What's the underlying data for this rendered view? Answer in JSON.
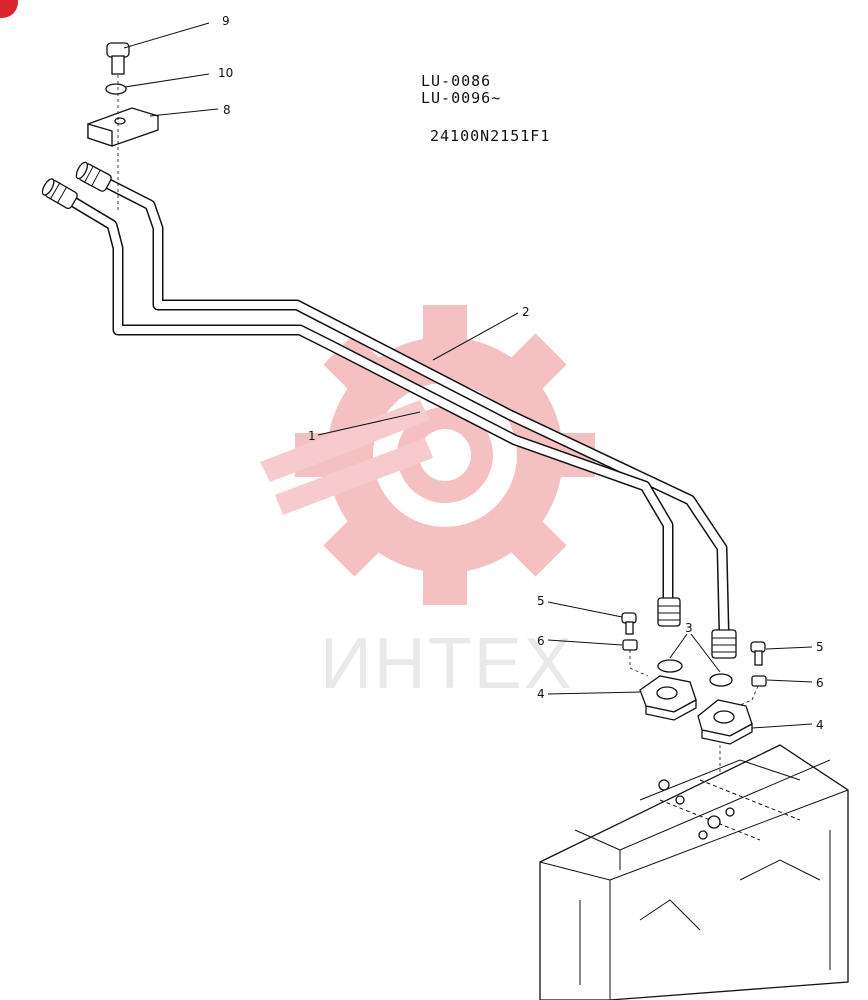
{
  "header": {
    "line1": "LU-0086",
    "line2": "LU-0096~",
    "part_no": "24100N2151F1"
  },
  "watermark": {
    "text": "ИНТЕХ",
    "color": "#f2b3b6"
  },
  "callouts": {
    "c1": "1",
    "c2": "2",
    "c3": "3",
    "c4a": "4",
    "c4b": "4",
    "c5a": "5",
    "c5b": "5",
    "c6a": "6",
    "c6b": "6",
    "c8": "8",
    "c9": "9",
    "c10": "10"
  }
}
